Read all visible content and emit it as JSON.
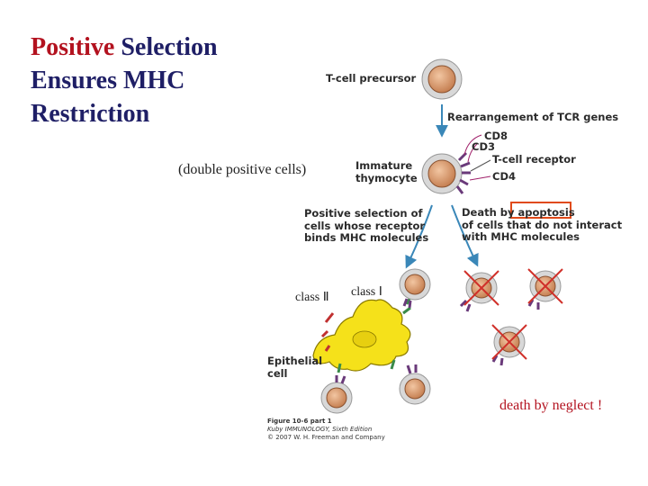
{
  "title": {
    "highlight": "Positive",
    "rest_line1": " Selection",
    "line2": "Ensures MHC",
    "line3": "Restriction"
  },
  "annotations": {
    "double_positive": "(double positive cells)",
    "class_ii": "class Ⅱ",
    "class_i": "class Ⅰ",
    "death_by_neglect": "death by neglect !"
  },
  "diagram": {
    "tcell_precursor": "T-cell precursor",
    "rearrangement": "Rearrangement of TCR genes",
    "cd8": "CD8",
    "cd3": "CD3",
    "tcell_receptor": "T-cell receptor",
    "cd4": "CD4",
    "immature_line1": "Immature",
    "immature_line2": "thymocyte",
    "positive_sel_line1": "Positive selection of",
    "positive_sel_line2": "cells whose receptor",
    "positive_sel_line3": "binds MHC molecules",
    "death_line1_a": "Death by ",
    "death_line1_b": "apoptosis",
    "death_line2": "of cells that do not interact",
    "death_line3": "with MHC molecules",
    "epithelial_line1": "Epithelial",
    "epithelial_line2": "cell"
  },
  "caption": {
    "figure": "Figure 10-6 part 1",
    "book": "Kuby IMMUNOLOGY, Sixth Edition",
    "copyright": "© 2007 W. H. Freeman and Company"
  },
  "colors": {
    "title": "#1f1f66",
    "highlight": "#b3121f",
    "cell_fill": "#d99a6c",
    "cell_ring": "#c8c8c8",
    "arrow": "#3a87b8",
    "epithelial": "#f5e11a",
    "cross": "#d0302a",
    "box": "#e04a1a"
  }
}
